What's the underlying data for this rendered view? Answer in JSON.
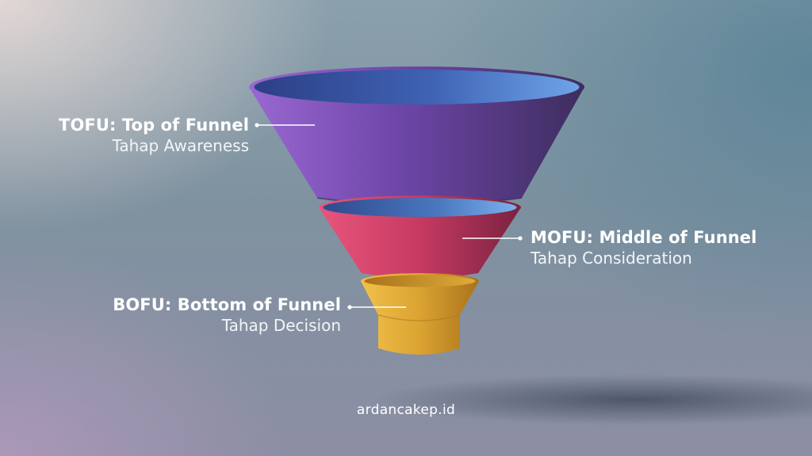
{
  "stages": [
    {
      "id": "tofu",
      "title": "TOFU: Top of Funnel",
      "subtitle": "Tahap Awareness",
      "color": "#8a5bc6"
    },
    {
      "id": "mofu",
      "title": "MOFU: Middle of Funnel",
      "subtitle": "Tahap Consideration",
      "color": "#d9456e"
    },
    {
      "id": "bofu",
      "title": "BOFU: Bottom of Funnel",
      "subtitle": "Tahap Decision",
      "color": "#e0ac33"
    }
  ],
  "interior_color": "#4f86cc",
  "watermark": "ardancakep.id"
}
